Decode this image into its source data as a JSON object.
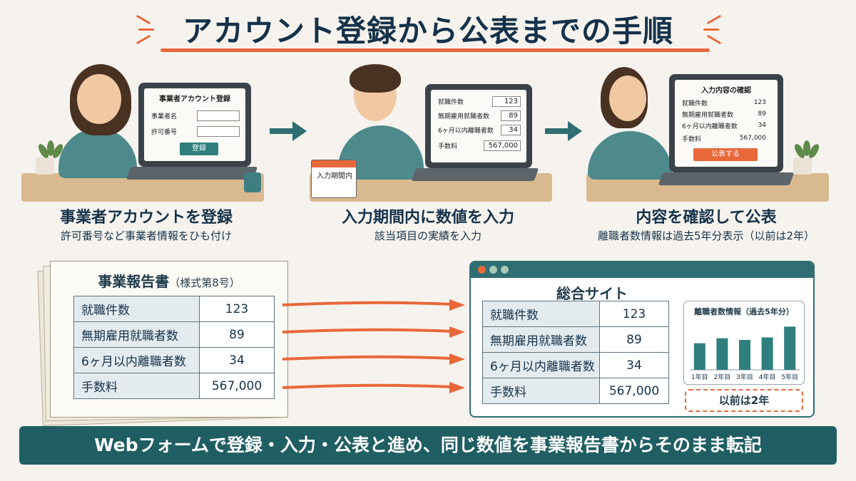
{
  "title": "アカウント登録から公表までの手順",
  "scene1": {
    "screen_title": "事業者アカウント登録",
    "field1": "事業者名",
    "field2": "許可番号",
    "button": "登録"
  },
  "scene2": {
    "rows": [
      {
        "label": "就職件数",
        "value": "123"
      },
      {
        "label": "無期雇用就職者数",
        "value": "89"
      },
      {
        "label": "6ヶ月以内離職者数",
        "value": "34"
      },
      {
        "label": "手数料",
        "value": "567,000"
      }
    ],
    "calendar": "入力期間内"
  },
  "scene3": {
    "screen_title": "入力内容の確認",
    "rows": [
      {
        "label": "就職件数",
        "value": "123"
      },
      {
        "label": "無期雇用就職者数",
        "value": "89"
      },
      {
        "label": "6ヶ月以内離職者数",
        "value": "34"
      },
      {
        "label": "手数料",
        "value": "567,000"
      }
    ],
    "button": "公表する"
  },
  "steps": [
    {
      "title": "事業者アカウントを登録",
      "sub": "許可番号など事業者情報をひも付け"
    },
    {
      "title": "入力期間内に数値を入力",
      "sub": "該当項目の実績を入力"
    },
    {
      "title": "内容を確認して公表",
      "sub": "離職者数情報は過去5年分表示（以前は2年）"
    }
  ],
  "report": {
    "title": "事業報告書",
    "title_note": "（様式第8号）",
    "rows": [
      {
        "label": "就職件数",
        "value": "123"
      },
      {
        "label": "無期雇用就職者数",
        "value": "89"
      },
      {
        "label": "6ヶ月以内離職者数",
        "value": "34"
      },
      {
        "label": "手数料",
        "value": "567,000"
      }
    ]
  },
  "site": {
    "title": "総合サイト",
    "rows": [
      {
        "label": "就職件数",
        "value": "123"
      },
      {
        "label": "無期雇用就職者数",
        "value": "89"
      },
      {
        "label": "6ヶ月以内離職者数",
        "value": "34"
      },
      {
        "label": "手数料",
        "value": "567,000"
      }
    ],
    "chart_title": "離職者数情報（過去5年分）",
    "chart_note": "以前は2年"
  },
  "chart_data": {
    "type": "bar",
    "title": "離職者数情報（過去5年分）",
    "categories": [
      "1年目",
      "2年目",
      "3年目",
      "4年目",
      "5年目"
    ],
    "values": [
      32,
      38,
      36,
      39,
      52
    ],
    "ylim": [
      0,
      60
    ],
    "color": "#2f7f7e"
  },
  "footer": "Webフォームで登録・入力・公表と進め、同じ数値を事業報告書からそのまま転記",
  "colors": {
    "accent": "#e8683a",
    "teal": "#1f5e63",
    "navy": "#15324a"
  }
}
